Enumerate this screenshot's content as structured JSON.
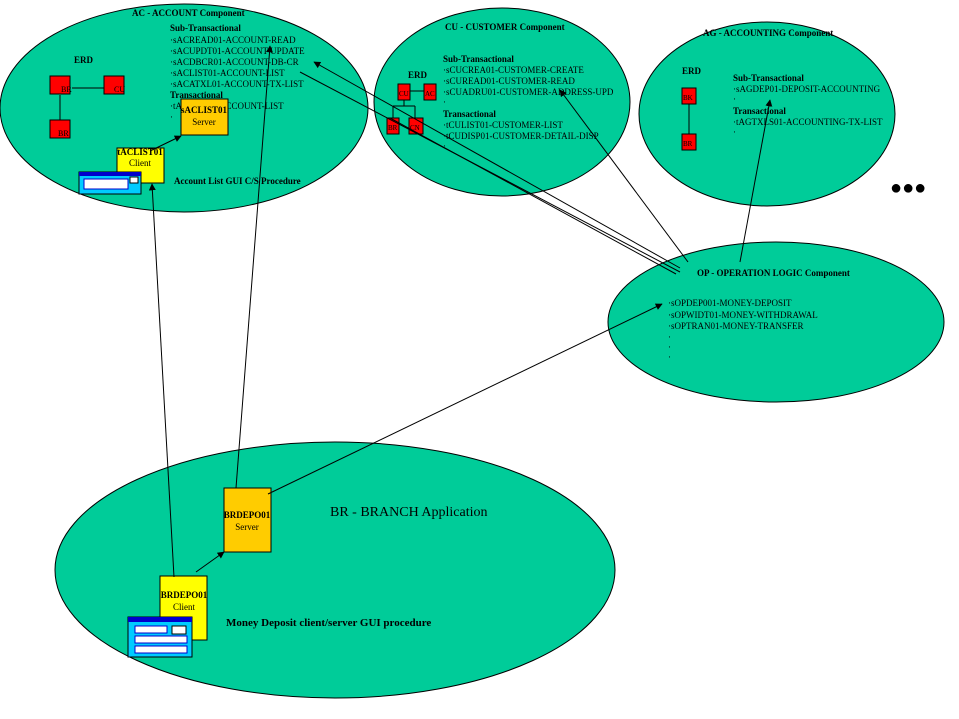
{
  "colors": {
    "component_fill": "#00cc99",
    "client_box": "#ffff00",
    "server_box": "#ffcc00",
    "entity_box": "#ff0000",
    "window_frame": "#0000cc",
    "window_fill": "#00ccff"
  },
  "ac": {
    "title": "AC - ACCOUNT Component",
    "erd": "ERD",
    "entities": [
      "BR",
      "CU",
      "BR"
    ],
    "sub_heading": "Sub-Transactional",
    "sub_items": [
      "·sACREAD01-ACCOUNT-READ",
      "·sACUPDT01-ACCOUNT-UPDATE",
      "·sACDBCR01-ACCOUNT-DB-CR",
      "·sACLIST01-ACCOUNT-LIST",
      "·sACATXL01-ACCOUNT-TX-LIST"
    ],
    "trans_heading": "Transactional",
    "trans_items": [
      "·tACLIST01-ACCOUNT-LIST",
      "·"
    ],
    "server_name": "sACLIST01",
    "server_label": "Server",
    "client_name": "tACLIST01",
    "client_label": "Client",
    "gui_caption": "Account List GUI C/S Procedure"
  },
  "cu": {
    "title": "CU - CUSTOMER Component",
    "erd": "ERD",
    "entities": [
      "CU",
      "AC",
      "BR",
      "CN"
    ],
    "sub_heading": "Sub-Transactional",
    "sub_items": [
      "·sCUCREA01-CUSTOMER-CREATE",
      "·sCUREAD01-CUSTOMER-READ",
      "·sCUADRU01-CUSTOMER-ADDRESS-UPD",
      "·"
    ],
    "trans_heading": "Transactional",
    "trans_items": [
      "·tCULIST01-CUSTOMER-LIST",
      "·tCUDISP01-CUSTOMER-DETAIL-DISP",
      "·"
    ]
  },
  "ag": {
    "title": "AG - ACCOUNTING Component",
    "erd": "ERD",
    "entities": [
      "BK",
      "BR"
    ],
    "sub_heading": "Sub-Transactional",
    "sub_items": [
      "·sAGDEP01-DEPOSIT-ACCOUNTING",
      "·"
    ],
    "trans_heading": "Transactional",
    "trans_items": [
      "·tAGTXLS01-ACCOUNTING-TX-LIST",
      "·"
    ]
  },
  "more": "●●●",
  "op": {
    "title": "OP - OPERATION LOGIC Component",
    "items": [
      "·sOPDEP001-MONEY-DEPOSIT",
      "·sOPWIDT01-MONEY-WITHDRAWAL",
      "·sOPTRAN01-MONEY-TRANSFER",
      "·",
      "·",
      "·"
    ]
  },
  "br": {
    "title": "BR - BRANCH Application",
    "server_name": "BRDEPO01",
    "server_label": "Server",
    "client_name": "BRDEPO01",
    "client_label": "Client",
    "gui_caption": "Money Deposit client/server GUI procedure"
  }
}
